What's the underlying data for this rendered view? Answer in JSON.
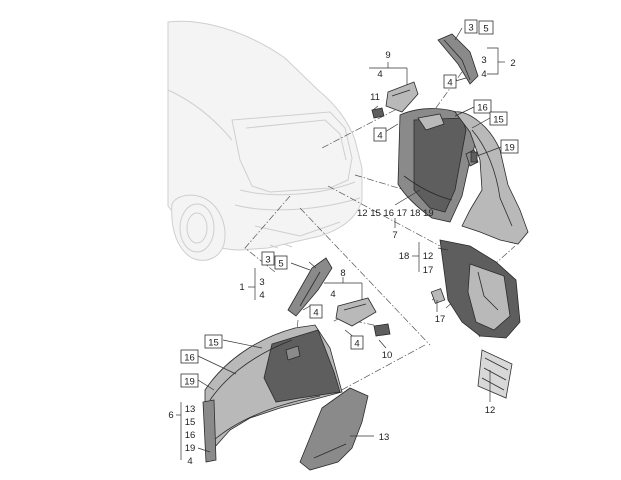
{
  "callouts": [
    {
      "id": "c3-top",
      "text": "3",
      "boxed": true
    },
    {
      "id": "c5-top",
      "text": "5",
      "boxed": true
    },
    {
      "id": "c3-right",
      "text": "3",
      "boxed": false
    },
    {
      "id": "c4-right",
      "text": "4",
      "boxed": false
    },
    {
      "id": "c2",
      "text": "2",
      "boxed": false
    },
    {
      "id": "c4-upper-clip",
      "text": "4",
      "boxed": true
    },
    {
      "id": "c9",
      "text": "9",
      "boxed": false
    },
    {
      "id": "c4-under-9",
      "text": "4",
      "boxed": false
    },
    {
      "id": "c11",
      "text": "11",
      "boxed": false
    },
    {
      "id": "c4-bracket-upper",
      "text": "4",
      "boxed": true
    },
    {
      "id": "c16-upper",
      "text": "16",
      "boxed": true
    },
    {
      "id": "c15-upper",
      "text": "15",
      "boxed": true
    },
    {
      "id": "c19-upper",
      "text": "19",
      "boxed": true
    },
    {
      "id": "c7-list",
      "text": "12 15 16 17 18 19",
      "boxed": false
    },
    {
      "id": "c7",
      "text": "7",
      "boxed": false
    },
    {
      "id": "c18",
      "text": "18",
      "boxed": false
    },
    {
      "id": "c12-a",
      "text": "12",
      "boxed": false
    },
    {
      "id": "c17-a",
      "text": "17",
      "boxed": false
    },
    {
      "id": "c17-b",
      "text": "17",
      "boxed": false
    },
    {
      "id": "c12-b",
      "text": "12",
      "boxed": false
    },
    {
      "id": "c3-left",
      "text": "3",
      "boxed": true
    },
    {
      "id": "c5-left",
      "text": "5",
      "boxed": true
    },
    {
      "id": "c1",
      "text": "1",
      "boxed": false
    },
    {
      "id": "c3-left-list",
      "text": "3",
      "boxed": false
    },
    {
      "id": "c4-left-list",
      "text": "4",
      "boxed": false
    },
    {
      "id": "c4-lower-clip",
      "text": "4",
      "boxed": true
    },
    {
      "id": "c8",
      "text": "8",
      "boxed": false
    },
    {
      "id": "c4-under-8",
      "text": "4",
      "boxed": false
    },
    {
      "id": "c4-bracket-lower",
      "text": "4",
      "boxed": true
    },
    {
      "id": "c10",
      "text": "10",
      "boxed": false
    },
    {
      "id": "c15-lower",
      "text": "15",
      "boxed": true
    },
    {
      "id": "c16-lower",
      "text": "16",
      "boxed": true
    },
    {
      "id": "c19-lower",
      "text": "19",
      "boxed": true
    },
    {
      "id": "c6",
      "text": "6",
      "boxed": false
    },
    {
      "id": "c13-list",
      "text": "13",
      "boxed": false
    },
    {
      "id": "c15-list",
      "text": "15",
      "boxed": false
    },
    {
      "id": "c16-list",
      "text": "16",
      "boxed": false
    },
    {
      "id": "c19-list",
      "text": "19",
      "boxed": false
    },
    {
      "id": "c4-list-lower",
      "text": "4",
      "boxed": false
    },
    {
      "id": "c13",
      "text": "13",
      "boxed": false
    }
  ]
}
